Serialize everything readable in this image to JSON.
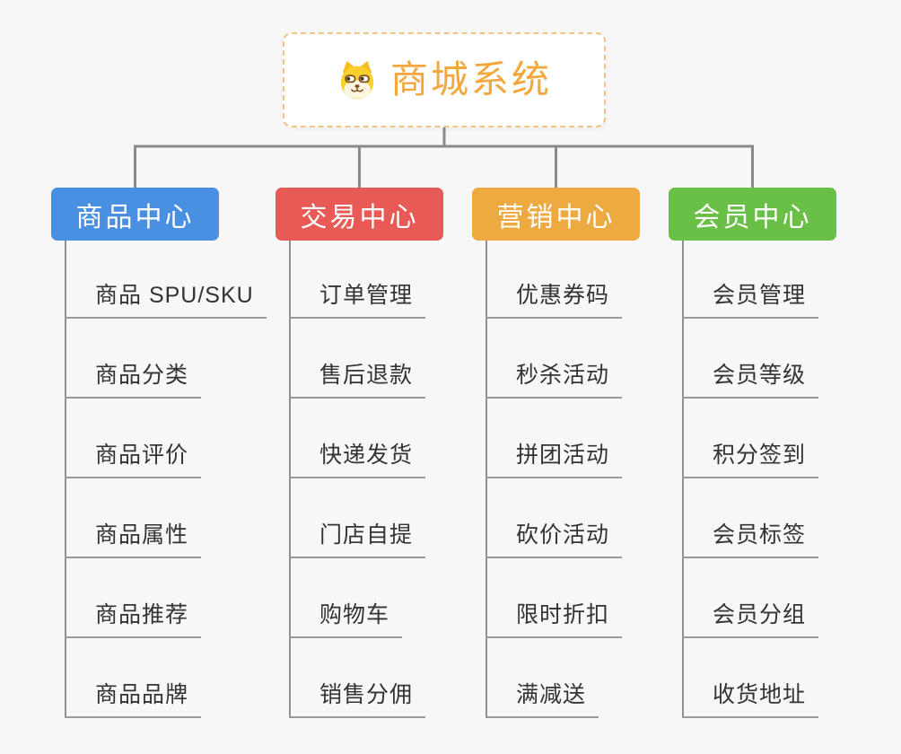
{
  "root": {
    "title": "商城系统",
    "icon": "dog-face-icon"
  },
  "branches": [
    {
      "label": "商品中心",
      "color": "#4a90e2",
      "items": [
        "商品 SPU/SKU",
        "商品分类",
        "商品评价",
        "商品属性",
        "商品推荐",
        "商品品牌"
      ]
    },
    {
      "label": "交易中心",
      "color": "#e85a55",
      "items": [
        "订单管理",
        "售后退款",
        "快递发货",
        "门店自提",
        "购物车",
        "销售分佣"
      ]
    },
    {
      "label": "营销中心",
      "color": "#edaa40",
      "items": [
        "优惠券码",
        "秒杀活动",
        "拼团活动",
        "砍价活动",
        "限时折扣",
        "满减送"
      ]
    },
    {
      "label": "会员中心",
      "color": "#6abf47",
      "items": [
        "会员管理",
        "会员等级",
        "积分签到",
        "会员标签",
        "会员分组",
        "收货地址"
      ]
    }
  ],
  "colors": {
    "background": "#f7f7f7",
    "connector": "#8a8a8a",
    "underline": "#999999",
    "item_text": "#333333",
    "root_text": "#f3a73d",
    "root_border": "#f2c384"
  }
}
